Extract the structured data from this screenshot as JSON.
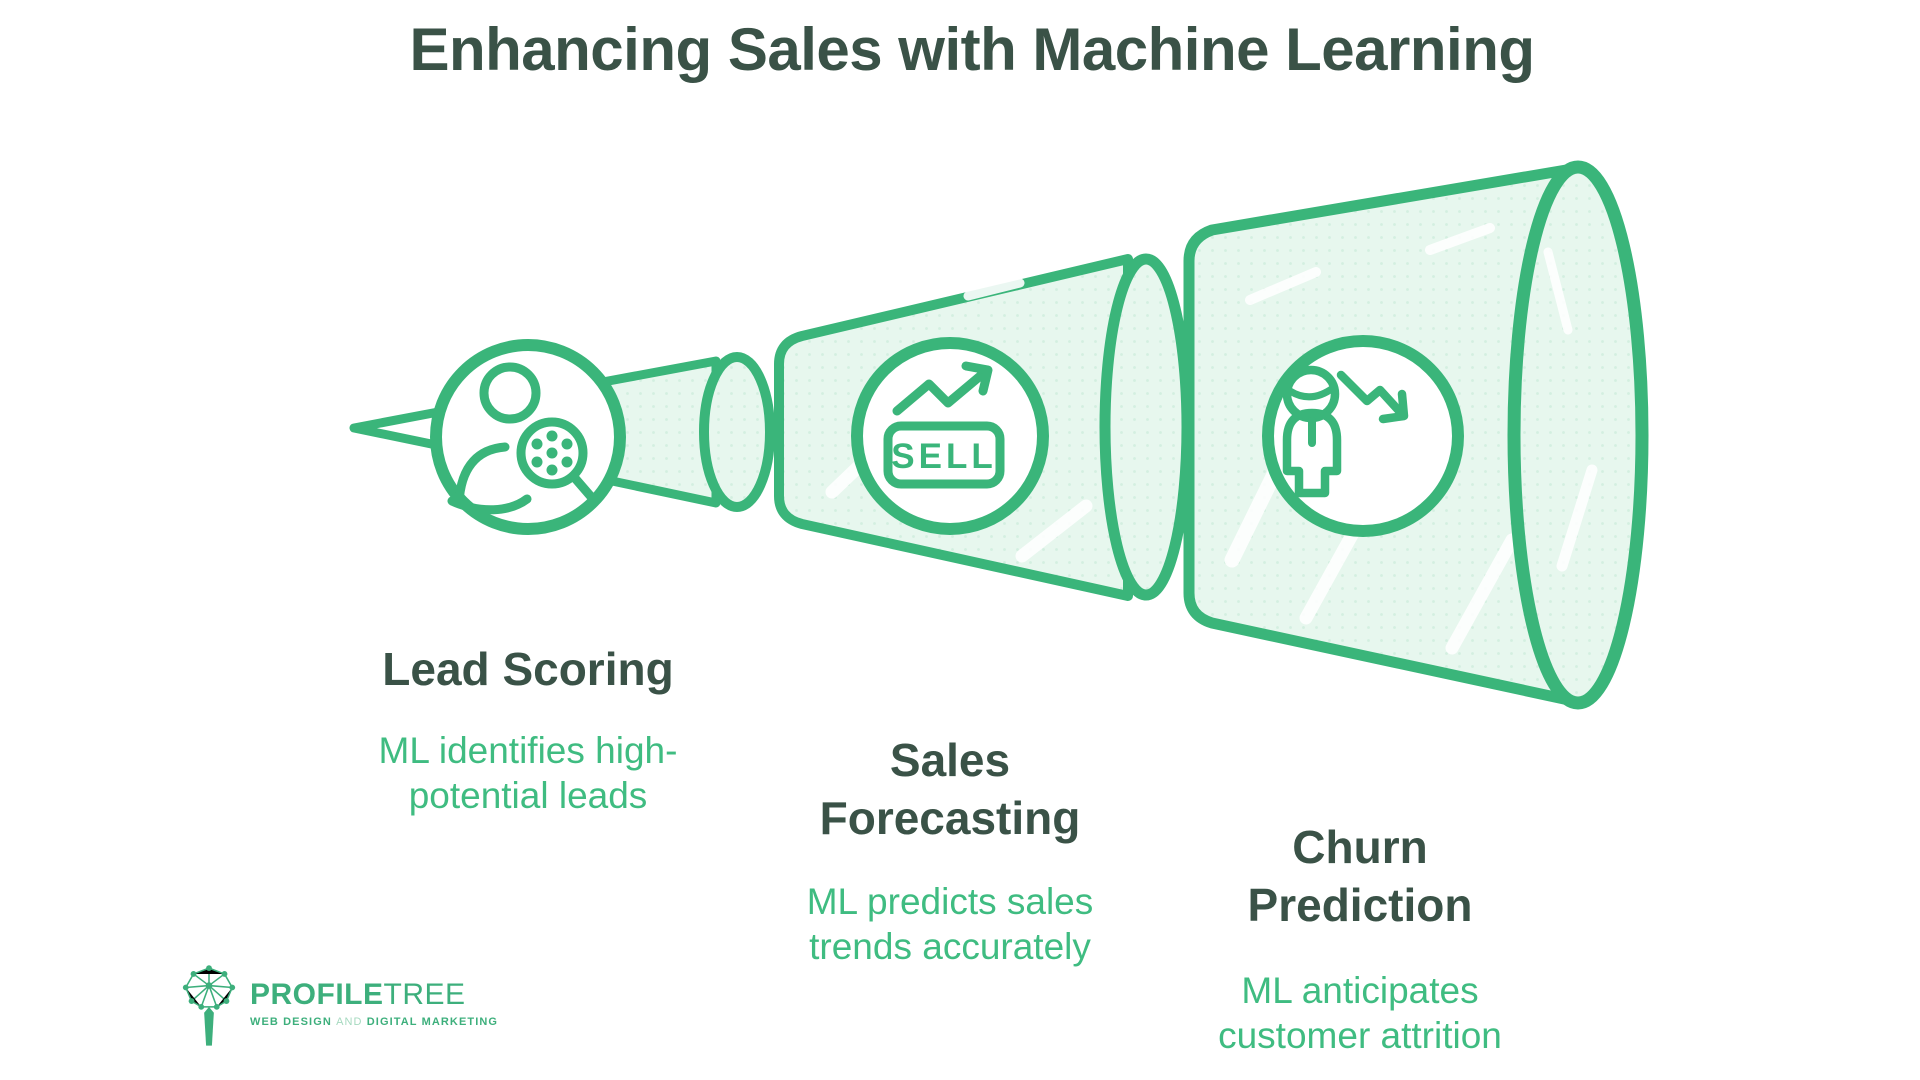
{
  "page": {
    "title": "Enhancing Sales with Machine Learning",
    "background": "#ffffff"
  },
  "colors": {
    "funnel_stroke_green": "#3AB57A",
    "funnel_light_fill": "#E7F7EE",
    "funnel_fill_dots": "#D3EFE0",
    "heading_dark_green": "#3A5247",
    "description_green": "#3FBC81",
    "logo_green": "#3DAF7C"
  },
  "funnel": {
    "direction": "small-to-large, left-to-right megaphone",
    "sell_label": "SELL",
    "stages": [
      {
        "id": "lead-scoring",
        "heading": "Lead Scoring",
        "description": "ML identifies high-\npotential leads",
        "icon": "person-magnifier-icon"
      },
      {
        "id": "sales-forecasting",
        "heading": "Sales\nForecasting",
        "description": "ML predicts sales\ntrends accurately",
        "icon": "sell-trend-icon"
      },
      {
        "id": "churn-prediction",
        "heading": "Churn\nPrediction",
        "description": "ML anticipates\ncustomer attrition",
        "icon": "person-decline-icon"
      }
    ]
  },
  "logo": {
    "brand_bold": "PROFILE",
    "brand_light": "TREE",
    "tagline_part1": "WEB DESIGN",
    "tagline_and": "AND",
    "tagline_part2": "DIGITAL MARKETING",
    "icon": "tree-network-icon"
  }
}
